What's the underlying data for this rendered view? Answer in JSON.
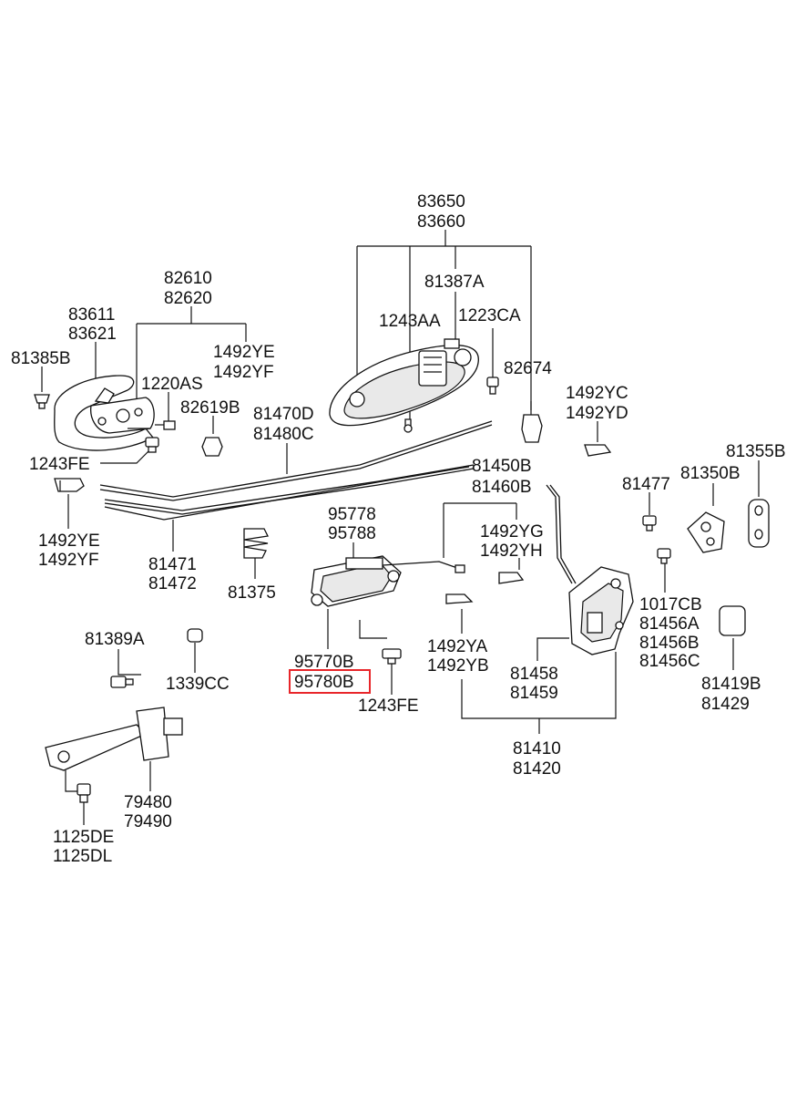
{
  "diagram": {
    "labels": {
      "l83650": "83650",
      "l83660": "83660",
      "l81387A": "81387A",
      "l82610": "82610",
      "l82620": "82620",
      "l83611": "83611",
      "l83621": "83621",
      "l1243AA": "1243AA",
      "l1223CA": "1223CA",
      "l81385B": "81385B",
      "l1492YE_a": "1492YE",
      "l1492YF_a": "1492YF",
      "l82674": "82674",
      "l1220AS": "1220AS",
      "l82619B": "82619B",
      "l1492YC": "1492YC",
      "l1492YD": "1492YD",
      "l81470D": "81470D",
      "l81480C": "81480C",
      "l81355B": "81355B",
      "l1243FE_a": "1243FE",
      "l81450B": "81450B",
      "l81460B": "81460B",
      "l81350B": "81350B",
      "l81477": "81477",
      "l95778": "95778",
      "l95788": "95788",
      "l1492YG": "1492YG",
      "l1492YH": "1492YH",
      "l1492YE_b": "1492YE",
      "l1492YF_b": "1492YF",
      "l81471": "81471",
      "l81472": "81472",
      "l81375": "81375",
      "l1017CB": "1017CB",
      "l81456A": "81456A",
      "l81456B": "81456B",
      "l81456C": "81456C",
      "l81389A": "81389A",
      "l1492YA": "1492YA",
      "l1492YB": "1492YB",
      "l95770B": "95770B",
      "l95780B": "95780B",
      "l81458": "81458",
      "l81459": "81459",
      "l1339CC": "1339CC",
      "l81419B": "81419B",
      "l81429": "81429",
      "l1243FE_b": "1243FE",
      "l81410": "81410",
      "l81420": "81420",
      "l79480": "79480",
      "l79490": "79490",
      "l1125DE": "1125DE",
      "l1125DL": "1125DL"
    },
    "highlight_color": "#e8262a",
    "highlighted_part": "95780B"
  }
}
